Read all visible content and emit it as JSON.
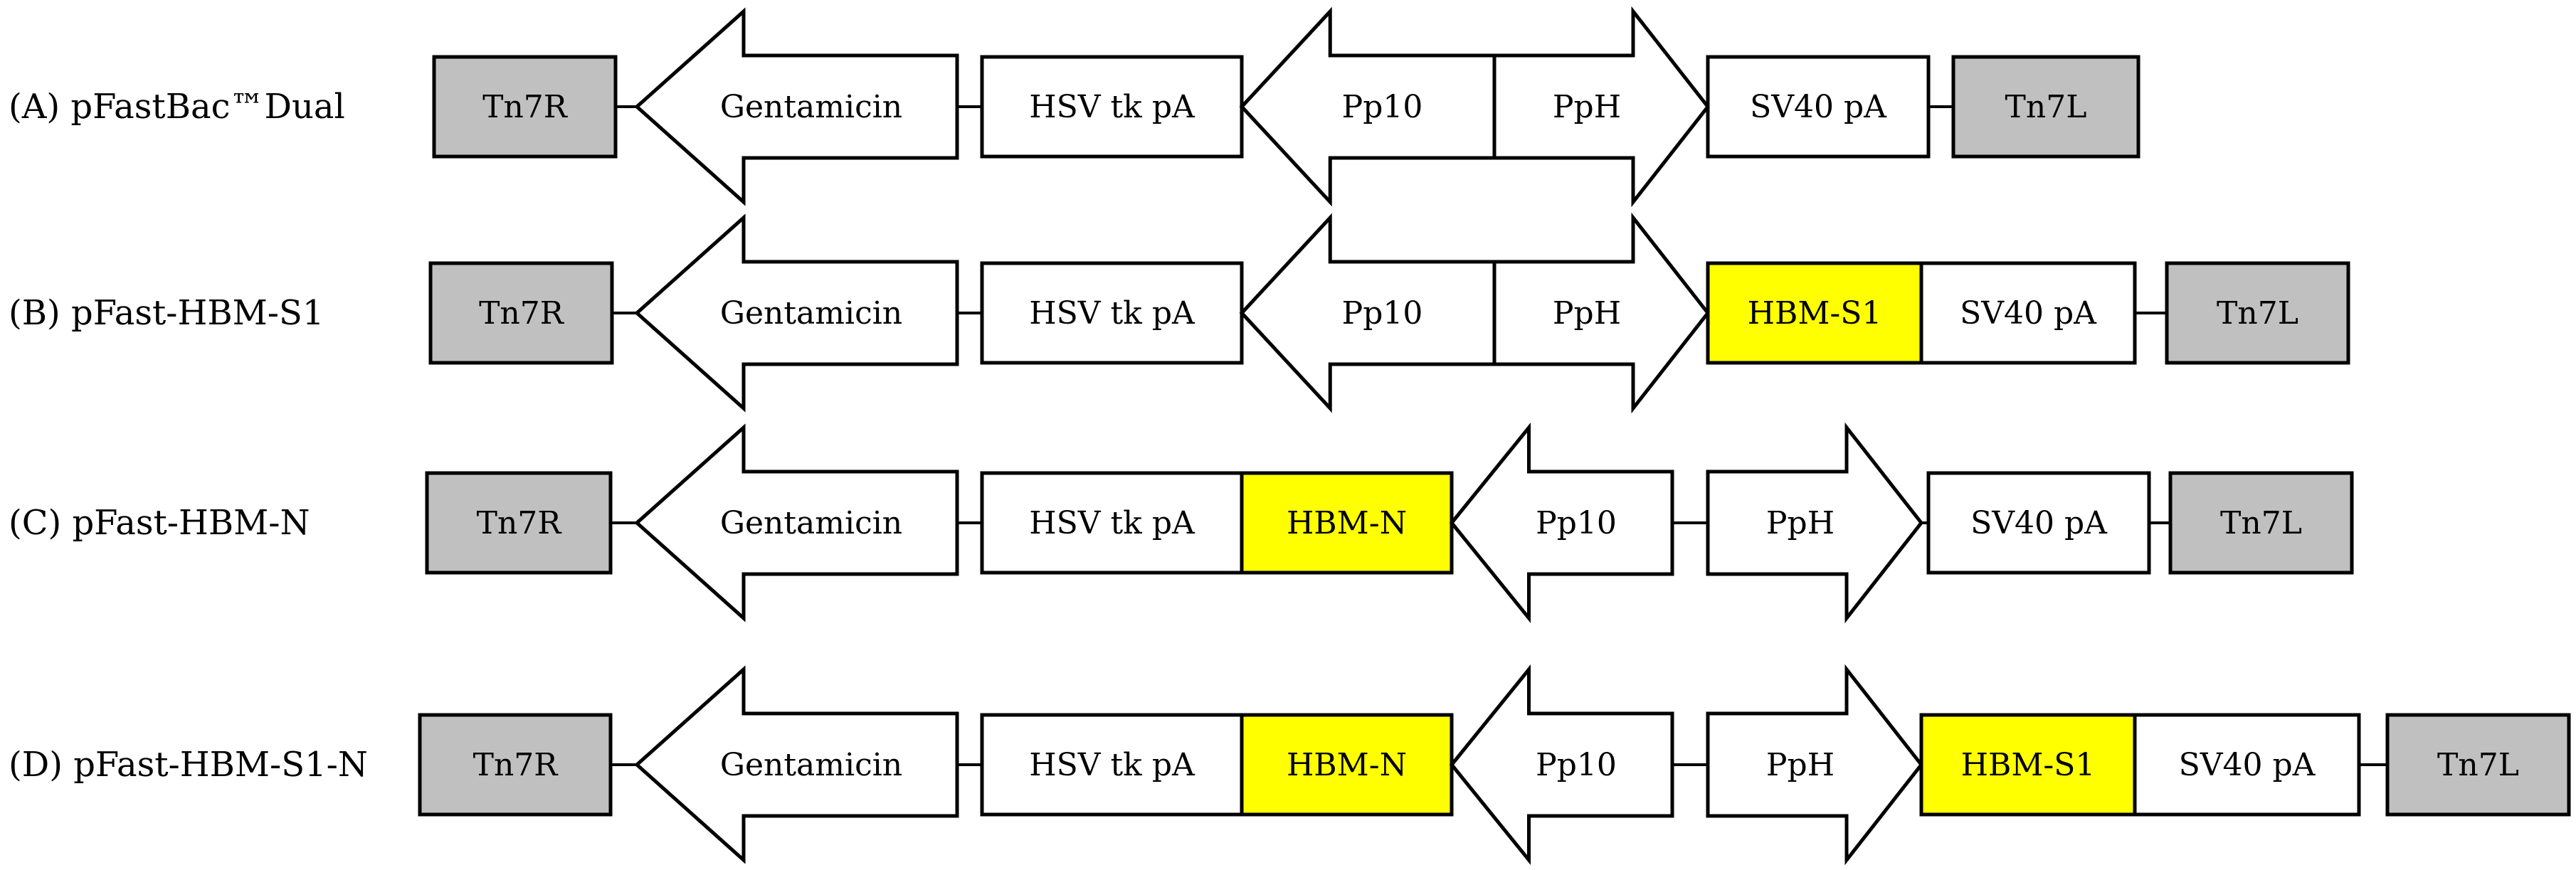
{
  "constructs": [
    {
      "label": "(A)  pFastBac™Dual",
      "elements": [
        {
          "text": "Tn7R",
          "kind": "box",
          "color": "#c0c0c0"
        },
        {
          "text": "Gentamicin",
          "kind": "arrow-left",
          "color": "#ffffff"
        },
        {
          "text": "HSV tk pA",
          "kind": "box",
          "color": "#ffffff"
        },
        {
          "text": "Pp10",
          "kind": "arrow-left",
          "color": "#ffffff"
        },
        {
          "text": "PpH",
          "kind": "arrow-right",
          "color": "#ffffff"
        },
        {
          "text": "SV40 pA",
          "kind": "box",
          "color": "#ffffff"
        },
        {
          "text": "Tn7L",
          "kind": "box",
          "color": "#c0c0c0"
        }
      ]
    },
    {
      "label": "(B)  pFast-HBM-S1",
      "elements": [
        {
          "text": "Tn7R",
          "kind": "box",
          "color": "#c0c0c0"
        },
        {
          "text": "Gentamicin",
          "kind": "arrow-left",
          "color": "#ffffff"
        },
        {
          "text": "HSV tk pA",
          "kind": "box",
          "color": "#ffffff"
        },
        {
          "text": "Pp10",
          "kind": "arrow-left",
          "color": "#ffffff"
        },
        {
          "text": "PpH",
          "kind": "arrow-right",
          "color": "#ffffff"
        },
        {
          "text": "HBM-S1",
          "kind": "box",
          "color": "#ffff00"
        },
        {
          "text": "SV40 pA",
          "kind": "box",
          "color": "#ffffff"
        },
        {
          "text": "Tn7L",
          "kind": "box",
          "color": "#c0c0c0"
        }
      ]
    },
    {
      "label": "(C)  pFast-HBM-N",
      "elements": [
        {
          "text": "Tn7R",
          "kind": "box",
          "color": "#c0c0c0"
        },
        {
          "text": "Gentamicin",
          "kind": "arrow-left",
          "color": "#ffffff"
        },
        {
          "text": "HSV tk pA",
          "kind": "box",
          "color": "#ffffff"
        },
        {
          "text": "HBM-N",
          "kind": "box",
          "color": "#ffff00"
        },
        {
          "text": "Pp10",
          "kind": "arrow-left",
          "color": "#ffffff"
        },
        {
          "text": "PpH",
          "kind": "arrow-right",
          "color": "#ffffff"
        },
        {
          "text": "SV40 pA",
          "kind": "box",
          "color": "#ffffff"
        },
        {
          "text": "Tn7L",
          "kind": "box",
          "color": "#c0c0c0"
        }
      ]
    },
    {
      "label": "(D)  pFast-HBM-S1-N",
      "elements": [
        {
          "text": "Tn7R",
          "kind": "box",
          "color": "#c0c0c0"
        },
        {
          "text": "Gentamicin",
          "kind": "arrow-left",
          "color": "#ffffff"
        },
        {
          "text": "HSV tk pA",
          "kind": "box",
          "color": "#ffffff"
        },
        {
          "text": "HBM-N",
          "kind": "box",
          "color": "#ffff00"
        },
        {
          "text": "Pp10",
          "kind": "arrow-left",
          "color": "#ffffff"
        },
        {
          "text": "PpH",
          "kind": "arrow-right",
          "color": "#ffffff"
        },
        {
          "text": "HBM-S1",
          "kind": "box",
          "color": "#ffff00"
        },
        {
          "text": "SV40 pA",
          "kind": "box",
          "color": "#ffffff"
        },
        {
          "text": "Tn7L",
          "kind": "box",
          "color": "#c0c0c0"
        }
      ]
    }
  ]
}
